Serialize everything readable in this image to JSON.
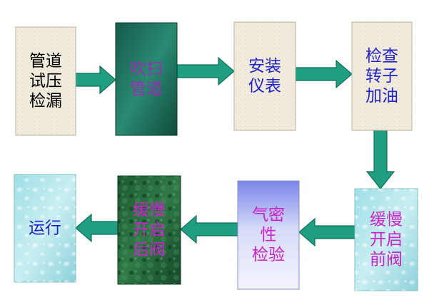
{
  "steps": [
    {
      "lines": [
        "管道",
        "试压",
        "检漏"
      ],
      "color": "#000000"
    },
    {
      "lines": [
        "吹扫",
        "管道"
      ],
      "color": "#9a2fb4"
    },
    {
      "lines": [
        "安装",
        "仪表"
      ],
      "color": "#2222cc"
    },
    {
      "lines": [
        "检查",
        "转子",
        "加油"
      ],
      "color": "#2222cc"
    },
    {
      "lines": [
        "缓慢",
        "开启",
        "前阀"
      ],
      "color": "#cc22cc"
    },
    {
      "lines": [
        "气密",
        "性",
        "检验"
      ],
      "color": "#cc22cc"
    },
    {
      "lines": [
        "缓慢",
        "开启",
        "后阀"
      ],
      "color": "#cc22cc"
    },
    {
      "lines": [
        "运行"
      ],
      "color": "#2222cc"
    }
  ],
  "colors": {
    "arrow_fill": "#1f9e82",
    "arrow_stroke": "#0e6e58",
    "paper_fill": "#f0ebdc",
    "paper_stroke": "#b8b0a0"
  }
}
